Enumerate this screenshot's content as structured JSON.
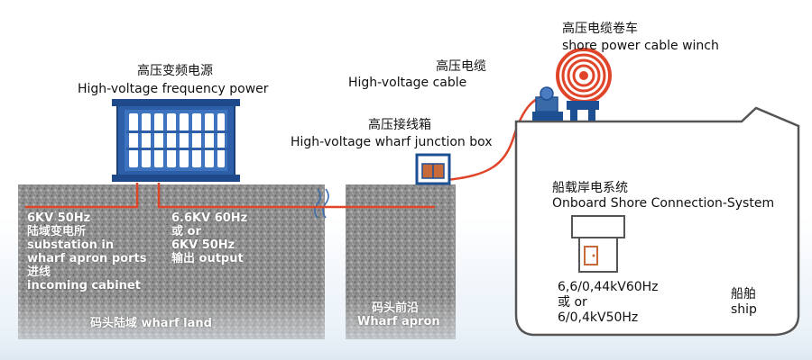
{
  "labels": {
    "freq_power_cn": "高压变频电源",
    "freq_power_en": "High-voltage frequency power",
    "hv_cable_cn": "高压电缆",
    "hv_cable_en": "High-voltage cable",
    "junction_box_cn": "高压接线箱",
    "junction_box_en": "High-voltage wharf junction box",
    "winch_cn": "高压电缆卷车",
    "winch_en": "shore power cable winch",
    "onboard_cn": "船载岸电系统",
    "onboard_en": "Onboard Shore Connection-System",
    "output_voltage_line1": "6,6/0,44kV60Hz",
    "output_voltage_line2": "或  or",
    "output_voltage_line3": "6/0,4kV50Hz",
    "ship_cn": "船舶",
    "ship_en": "ship"
  },
  "land_left": {
    "line1": "6KV 50Hz",
    "line2": "陆域变电所",
    "line3": "substation in",
    "line4": "wharf apron ports",
    "line5": "进线",
    "line6": "incoming cabinet",
    "footer": "码头陆域 wharf land"
  },
  "land_mid": {
    "line1": "6.6KV 60Hz",
    "line2": "或  or",
    "line3": "6KV 50Hz",
    "line4": "输出  output"
  },
  "apron": {
    "line1": "码头前沿",
    "line2": "Wharf apron"
  },
  "colors": {
    "cable": "#e0452a",
    "container": "#2d5ea8",
    "box": "#1f4f93",
    "land": "#8e8e8e",
    "ship_outline": "#555555"
  }
}
